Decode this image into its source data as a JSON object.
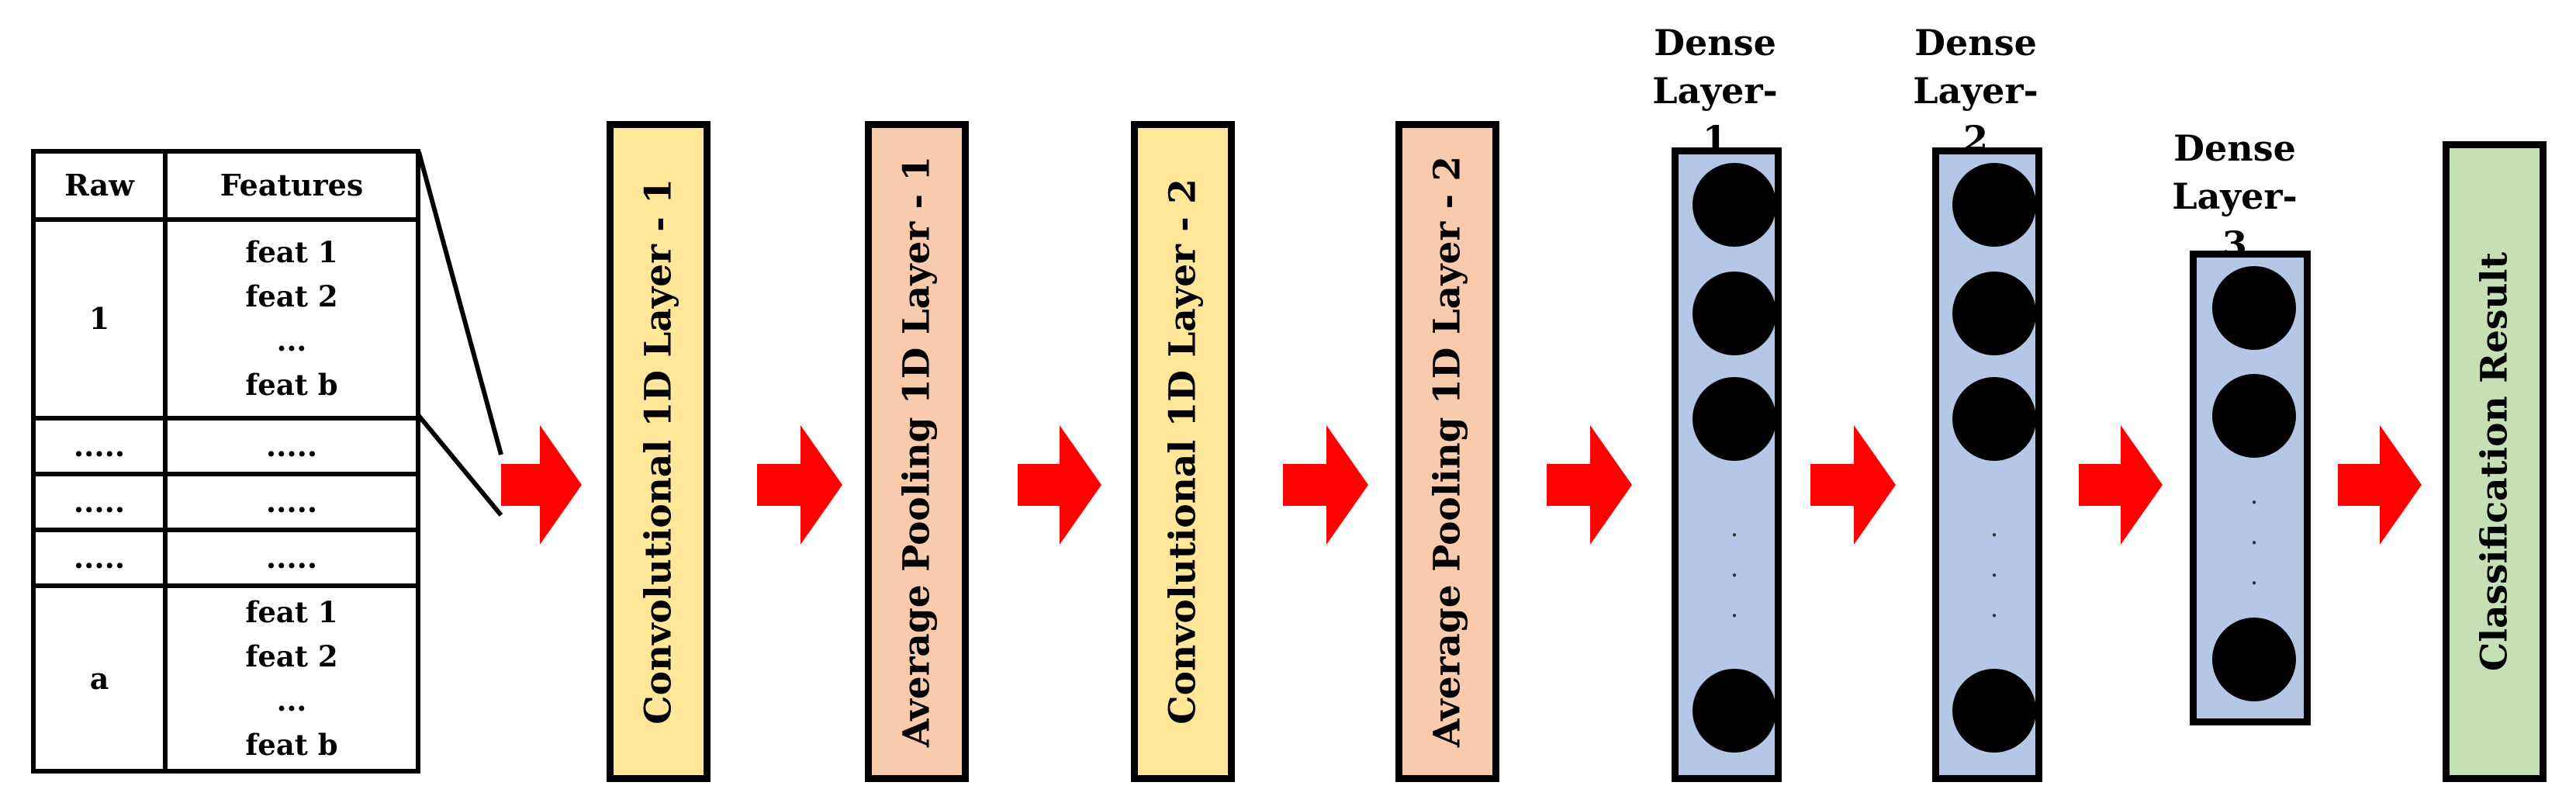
{
  "colors": {
    "conv": "#ffe699",
    "pool": "#f8cbad",
    "dense": "#b4c7e7",
    "result": "#c5e0b4",
    "arrow": "#ff0000",
    "neuron": "#000000"
  },
  "table": {
    "headers": [
      "Raw",
      "Features"
    ],
    "first_row": {
      "raw": "1",
      "features": [
        "feat 1",
        "feat 2",
        "...",
        "feat b"
      ]
    },
    "middle_rows": [
      {
        "raw": ".....",
        "features": "....."
      },
      {
        "raw": ".....",
        "features": "....."
      },
      {
        "raw": ".....",
        "features": "....."
      }
    ],
    "last_row": {
      "raw": "a",
      "features": [
        "feat 1",
        "feat 2",
        "...",
        "feat b"
      ]
    }
  },
  "layers": {
    "conv1": "Convolutional 1D Layer - 1",
    "pool1": "Average Pooling 1D Layer - 1",
    "conv2": "Convolutional 1D Layer - 2",
    "pool2": "Average Pooling 1D Layer - 2",
    "result": "Classification Result"
  },
  "dense": {
    "d1": {
      "line1": "Dense",
      "line2": "Layer-1",
      "dots": ".\n.\n."
    },
    "d2": {
      "line1": "Dense",
      "line2": "Layer-2",
      "dots": ".\n.\n."
    },
    "d3": {
      "line1": "Dense",
      "line2": "Layer-3",
      "dots": ".\n.\n."
    }
  }
}
